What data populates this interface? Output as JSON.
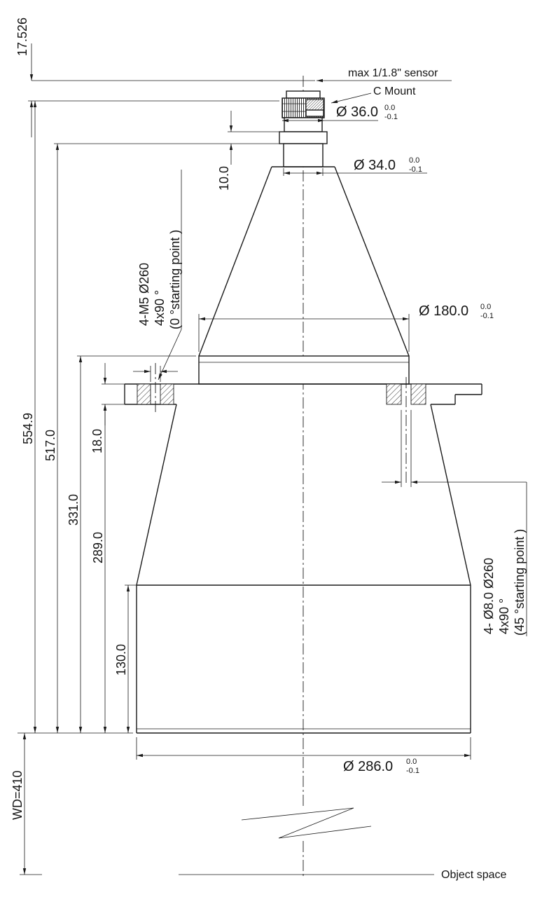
{
  "drawing": {
    "labels": {
      "sensor_note": "max 1/1.8\" sensor",
      "c_mount": "C Mount",
      "object_space": "Object space"
    },
    "vertical_dims": {
      "ffd": "17.526",
      "total": "554.9",
      "len517": "517.0",
      "len331": "331.0",
      "len289": "289.0",
      "len130": "130.0",
      "flange_thk": "18.0",
      "step10": "10.0",
      "wd": "WD=410"
    },
    "diameters": {
      "d36": "Ø 36.0",
      "d34": "Ø 34.0",
      "d180": "Ø 180.0",
      "d286": "Ø 286.0"
    },
    "tolerance": {
      "upper": "0.0",
      "lower": "-0.1"
    },
    "notes": {
      "rear_bolt_line1": "4-M5  Ø260",
      "rear_bolt_line2": "4x90 °",
      "rear_bolt_line3": "(0 °starting point )",
      "front_bolt_line1": "4- Ø8.0  Ø260",
      "front_bolt_line2": "4x90 °",
      "front_bolt_line3": "(45 °starting point )"
    }
  }
}
